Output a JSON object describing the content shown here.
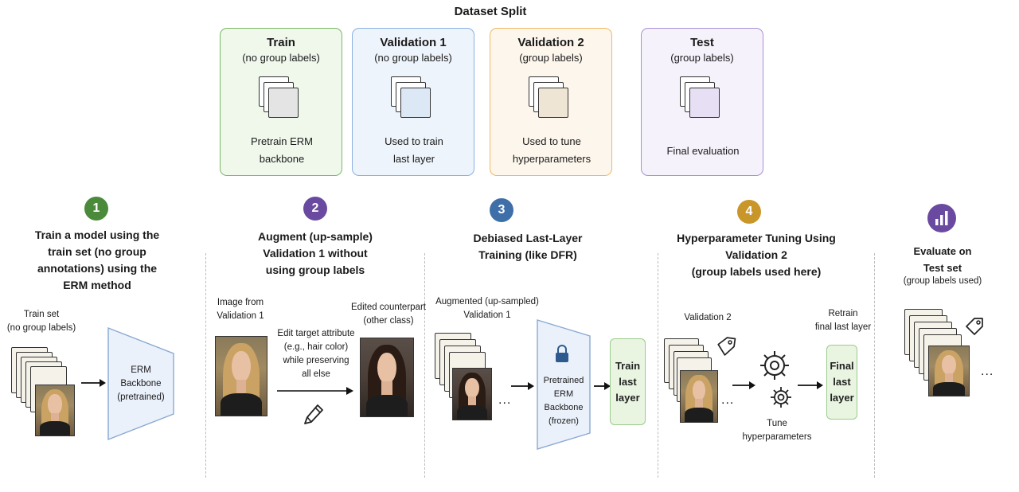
{
  "dataset_split": {
    "title": "Dataset Split",
    "boxes": [
      {
        "title": "Train",
        "subtitle": "(no group labels)",
        "desc1": "Pretrain ERM",
        "desc2": "backbone",
        "border": "#7cb668",
        "fill": "#f0f8ec",
        "card": "#e4e4e4"
      },
      {
        "title": "Validation 1",
        "subtitle": "(no group labels)",
        "desc1": "Used to train",
        "desc2": "last layer",
        "border": "#8ab0e0",
        "fill": "#eef4fb",
        "card": "#dde8f6"
      },
      {
        "title": "Validation 2",
        "subtitle": "(group labels)",
        "desc1": "Used to tune",
        "desc2": "hyperparameters",
        "border": "#f1b760",
        "fill": "#fdf6ec",
        "card": "#efe5d4"
      },
      {
        "title": "Test",
        "subtitle": "(group labels)",
        "desc1": "",
        "desc2": "Final evaluation",
        "border": "#a98fd6",
        "fill": "#f6f2fc",
        "card": "#e7e0f5"
      }
    ]
  },
  "steps": {
    "s1": {
      "badge": "1",
      "color": "#4a8a3a",
      "title_lines": [
        "Train a model using the",
        "train set (no group",
        "annotations) using the",
        "ERM method"
      ],
      "trainset_label": [
        "Train set",
        "(no group labels)"
      ],
      "model_label": [
        "ERM",
        "Backbone",
        "(pretrained)"
      ]
    },
    "s2": {
      "badge": "2",
      "color": "#6a4aa0",
      "title_lines": [
        "Augment (up-sample)",
        "Validation 1 without",
        "using group labels"
      ],
      "source_label": [
        "Image from",
        "Validation 1"
      ],
      "target_label": [
        "Edited counterpart",
        "(other class)"
      ],
      "edit_label": [
        "Edit target attribute",
        "(e.g., hair color)",
        "while preserving",
        "all else"
      ],
      "pen_icon": "pen-icon"
    },
    "s3": {
      "badge": "3",
      "color": "#3f6fa8",
      "title_lines": [
        "Debiased Last-Layer",
        "Training (like DFR)"
      ],
      "input_label": [
        "Augmented (up-sampled)",
        "Validation 1"
      ],
      "ellipsis": "...",
      "model_label": [
        "Pretrained ERM",
        "Backbone",
        "(frozen)"
      ],
      "lock_icon": "lock-icon",
      "layer_label": [
        "Train",
        "last",
        "layer"
      ]
    },
    "s4": {
      "badge": "4",
      "color": "#c9962a",
      "title_lines": [
        "Hyperparameter Tuning Using",
        "Validation 2",
        "(group labels used here)"
      ],
      "input_label": "Validation 2",
      "ellipsis": "...",
      "tune_label": [
        "Tune",
        "hyperparameters"
      ],
      "retrain_label": [
        "Retrain",
        "final last layer"
      ],
      "layer_label": [
        "Final",
        "last",
        "layer"
      ]
    },
    "s5": {
      "badge_icon": "bar-chart-icon",
      "color": "#6a4aa0",
      "title_lines": [
        "Evaluate on",
        "Test set"
      ],
      "subtitle": "(group labels used)",
      "ellipsis": "..."
    }
  }
}
